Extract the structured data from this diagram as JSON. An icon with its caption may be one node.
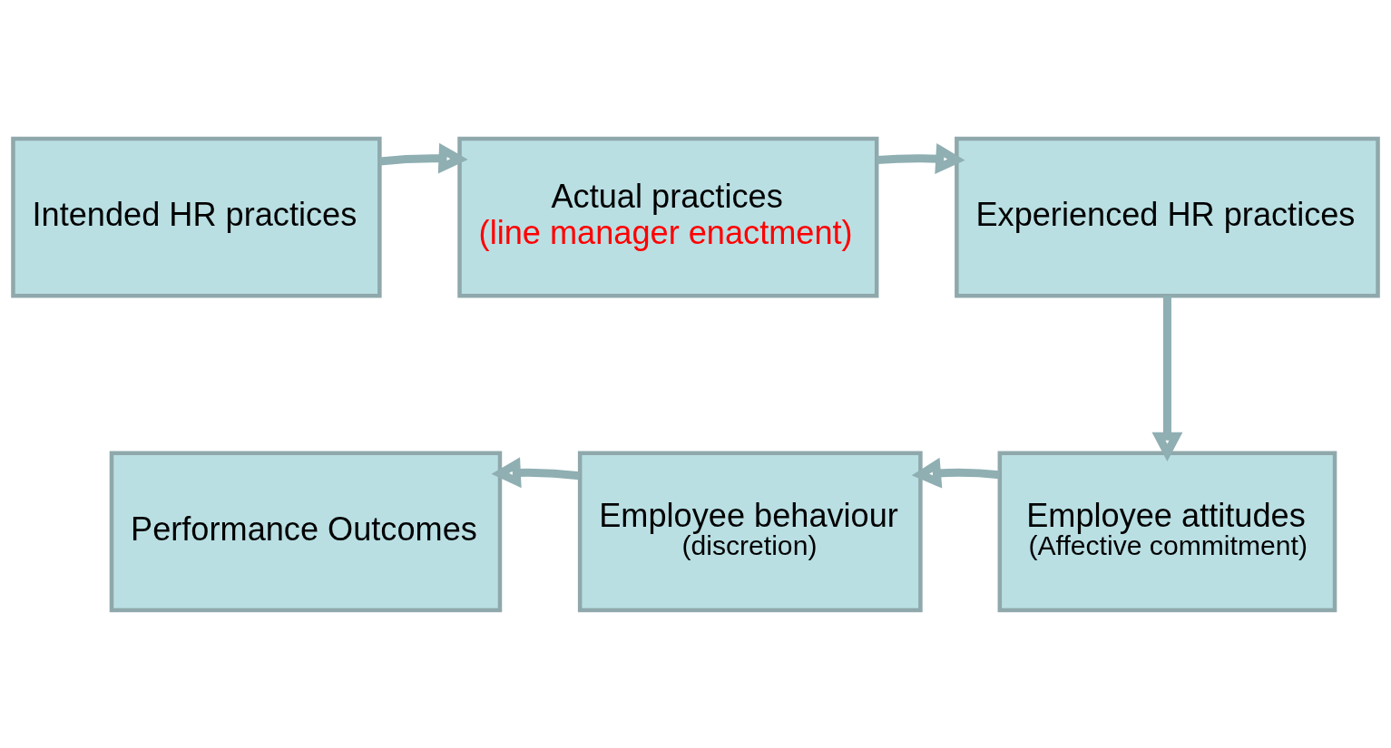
{
  "diagram": {
    "nodes": [
      {
        "text": [
          "Intended HR practices"
        ]
      },
      {
        "text": [
          "Actual practices",
          "(line manager enactment)"
        ]
      },
      {
        "text": [
          "Experienced HR practices"
        ]
      },
      {
        "text": [
          "Employee attitudes",
          "(Affective commitment)"
        ]
      },
      {
        "text": [
          "Employee behaviour",
          "(discretion)"
        ]
      },
      {
        "text": [
          "Performance Outcomes"
        ]
      }
    ],
    "edges": [
      {
        "from": 0,
        "to": 1,
        "arrow": "to"
      },
      {
        "from": 1,
        "to": 2,
        "arrow": "to"
      },
      {
        "from": 2,
        "to": 3,
        "arrow": "to"
      },
      {
        "from": 3,
        "to": 4,
        "arrow": "to"
      },
      {
        "from": 4,
        "to": 5,
        "arrow": "to"
      }
    ]
  }
}
